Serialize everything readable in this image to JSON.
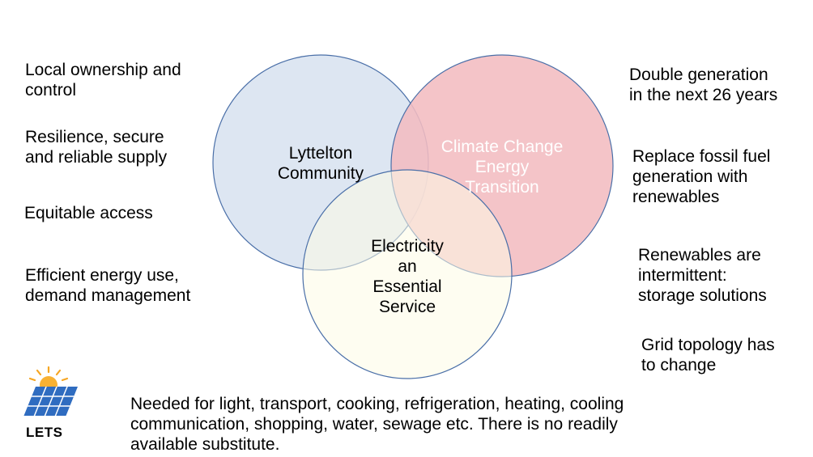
{
  "colors": {
    "community_fill": "#dde6f2",
    "climate_fill": "#f2bcc0",
    "electricity_fill": "#fdfbe6",
    "circle_stroke": "#4a6fa8",
    "climate_label": "#ffffff"
  },
  "venn": {
    "community_label": "Lyttelton\nCommunity",
    "climate_label": "Climate Change\nEnergy\nTransition",
    "electricity_label": "Electricity\nan\nEssential\nService"
  },
  "left_points": [
    "Local ownership and\ncontrol",
    "Resilience, secure\nand reliable supply",
    "Equitable access",
    "Efficient energy use,\ndemand management"
  ],
  "right_points": [
    "Double generation\nin the next 26 years",
    "Replace fossil fuel\ngeneration with\nrenewables",
    "Renewables are\nintermittent:\nstorage solutions",
    "Grid topology has\nto change"
  ],
  "footer": {
    "text": "Needed for light, transport, cooking, refrigeration, heating, cooling\ncommunication, shopping, water, sewage etc. There is no readily\navailable substitute."
  },
  "logo": {
    "icon": "solar-panel-sun-icon",
    "label": "LETS"
  }
}
